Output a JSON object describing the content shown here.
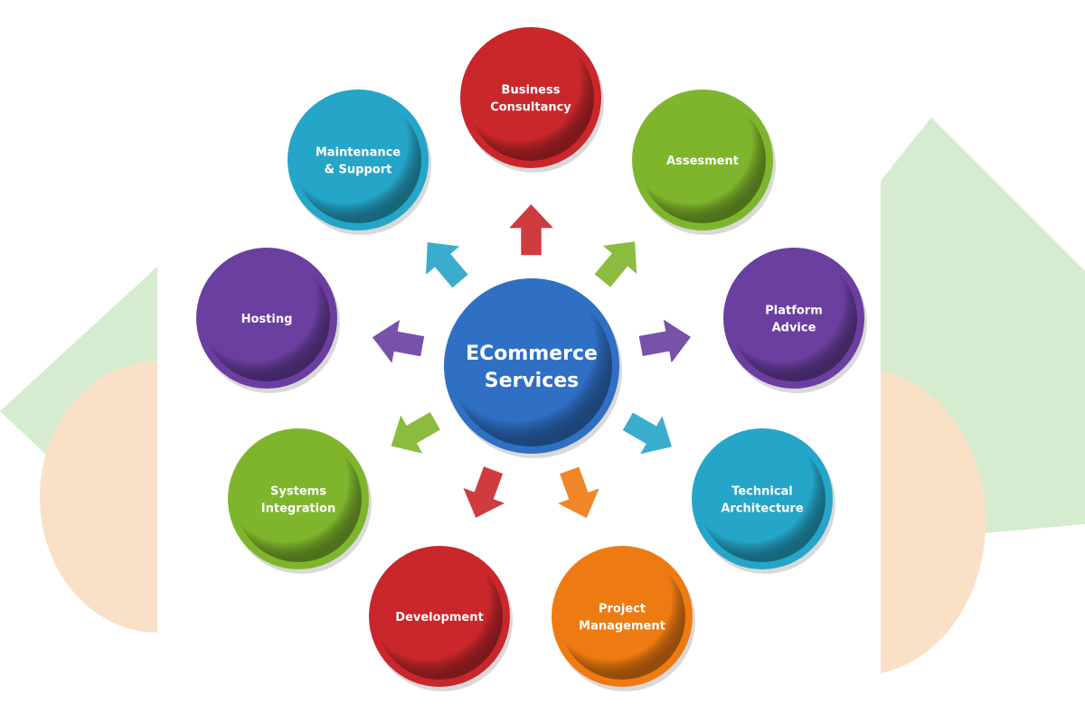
{
  "center": {
    "label_lines": [
      "ECommerce",
      "Services"
    ],
    "color": "#2f6fc4"
  },
  "services": [
    {
      "label_lines": [
        "Business",
        "Consultancy"
      ],
      "color": "#c9272b"
    },
    {
      "label_lines": [
        "Assesment"
      ],
      "color": "#7fb52c"
    },
    {
      "label_lines": [
        "Platform",
        "Advice"
      ],
      "color": "#6a3fa0"
    },
    {
      "label_lines": [
        "Technical",
        "Architecture"
      ],
      "color": "#25a5c8"
    },
    {
      "label_lines": [
        "Project",
        "Management"
      ],
      "color": "#ee7b12"
    },
    {
      "label_lines": [
        "Development"
      ],
      "color": "#c9272b"
    },
    {
      "label_lines": [
        "Systems",
        "Integration"
      ],
      "color": "#7fb52c"
    },
    {
      "label_lines": [
        "Hosting"
      ],
      "color": "#6a3fa0"
    },
    {
      "label_lines": [
        "Maintenance",
        "& Support"
      ],
      "color": "#25a5c8"
    }
  ]
}
